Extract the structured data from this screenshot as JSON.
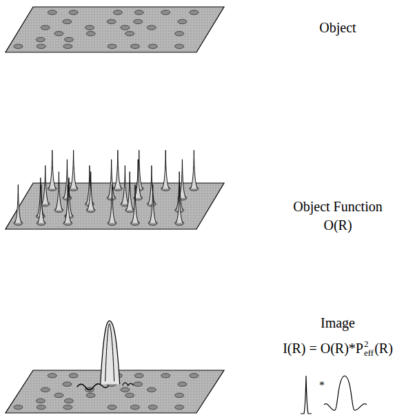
{
  "diagram": {
    "labels": [
      "Object",
      "Object Function",
      "O(R)",
      "Image",
      "I(R) = O(R)*P",
      "2",
      "eff",
      "(R)",
      "*"
    ]
  }
}
